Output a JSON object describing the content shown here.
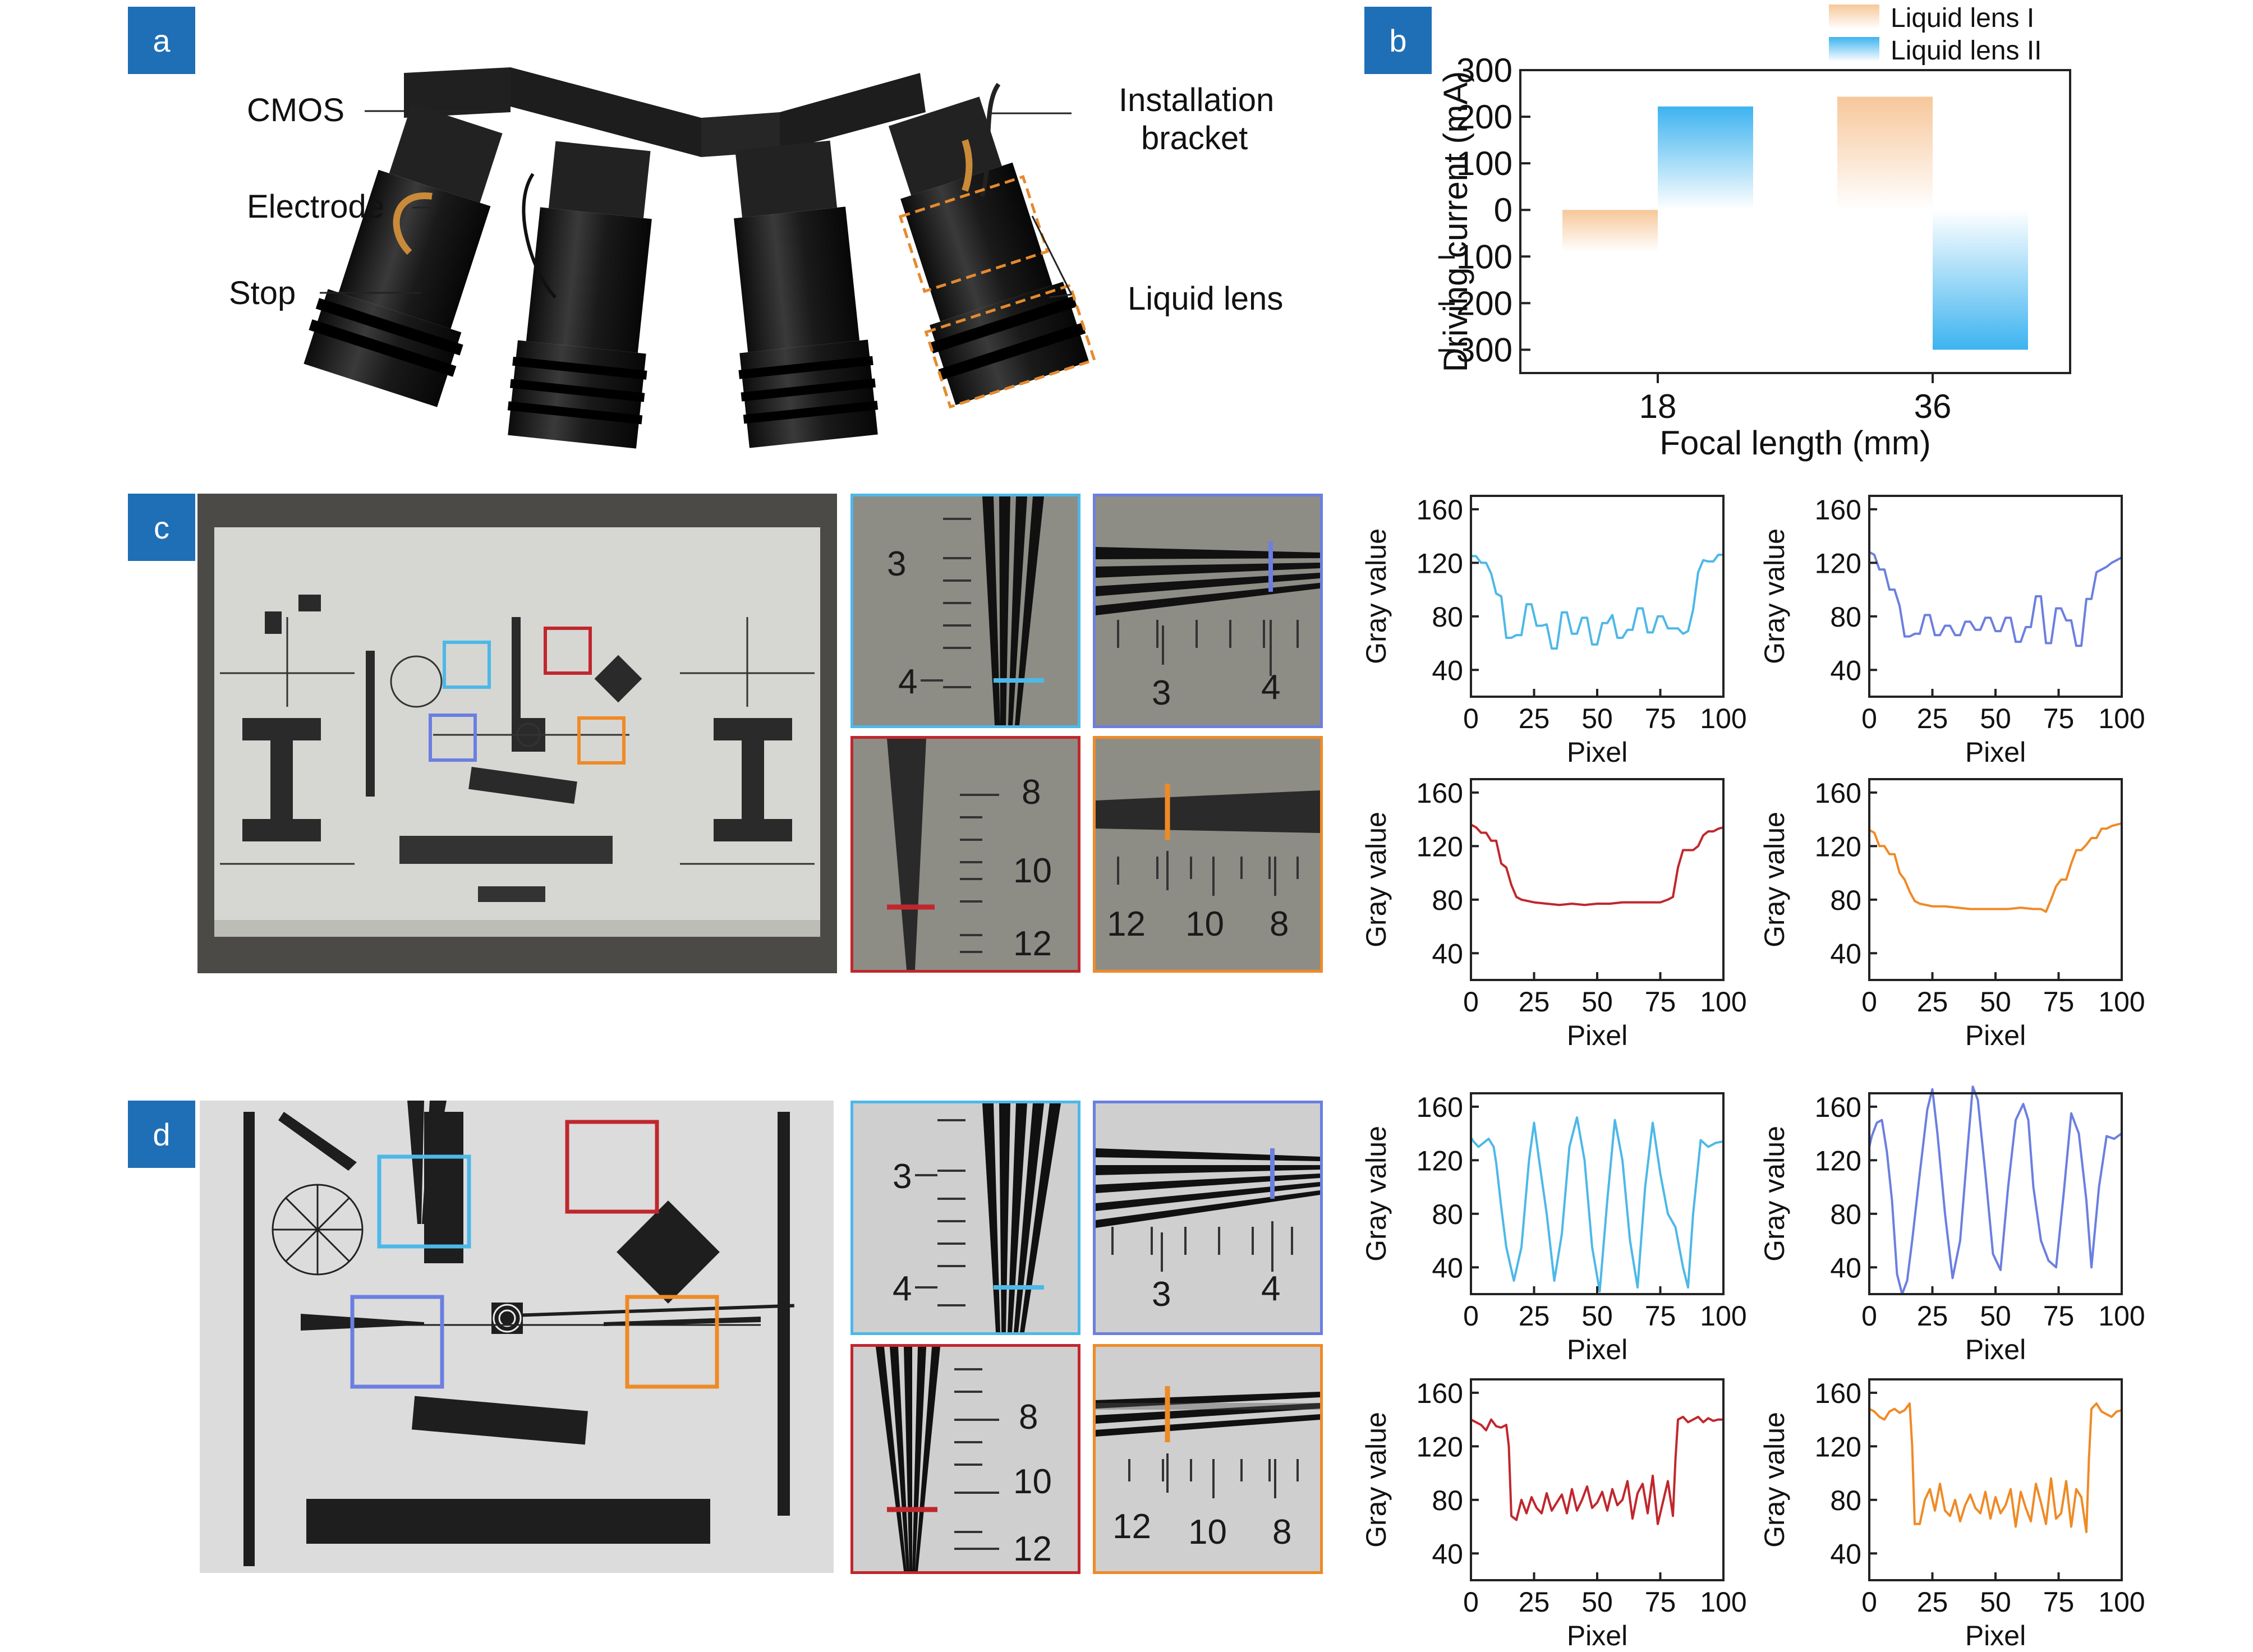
{
  "panels": {
    "a": {
      "badge": "a",
      "labels": {
        "cmos": "CMOS",
        "electrode": "Electrode",
        "stop": "Stop",
        "installation_1": "Installation",
        "installation_2": "bracket",
        "liquid_lens": "Liquid lens"
      }
    },
    "b": {
      "badge": "b"
    },
    "c": {
      "badge": "c",
      "insets": {
        "cyan": [
          "3",
          "4"
        ],
        "blue": [
          "3",
          "4"
        ],
        "red": [
          "8",
          "10",
          "12"
        ],
        "orange": [
          "12",
          "10",
          "8"
        ]
      }
    },
    "d": {
      "badge": "d",
      "insets": {
        "cyan": [
          "3",
          "4"
        ],
        "blue": [
          "3",
          "4"
        ],
        "red": [
          "8",
          "10",
          "12"
        ],
        "orange": [
          "12",
          "10",
          "8"
        ]
      }
    }
  },
  "colors": {
    "badge": "#1f6fb6",
    "cyan": "#4db8e8",
    "blue": "#6b7fe0",
    "red": "#c0272d",
    "orange": "#ef8a26",
    "bar_orange": "#f7c79a",
    "bar_blue": "#3db3f0"
  },
  "chart_data": [
    {
      "id": "b",
      "type": "bar",
      "categories": [
        "18",
        "36"
      ],
      "series": [
        {
          "name": "Liquid lens I",
          "values": [
            -90,
            243
          ]
        },
        {
          "name": "Liquid lens II",
          "values": [
            222,
            -300
          ]
        }
      ],
      "xlabel": "Focal length (mm)",
      "ylabel": "Driving current (mA)",
      "ylim": [
        -350,
        300
      ],
      "yticks": [
        300,
        200,
        100,
        0,
        -100,
        -200,
        -300
      ],
      "legend": "top"
    },
    {
      "id": "c-cyan",
      "type": "line",
      "xlabel": "Pixel",
      "ylabel": "Gray value",
      "xlim": [
        0,
        100
      ],
      "ylim": [
        20,
        170
      ],
      "xticks": [
        0,
        25,
        50,
        75,
        100
      ],
      "yticks": [
        40,
        80,
        120,
        160
      ],
      "x": [
        0,
        2,
        4,
        6,
        8,
        10,
        12,
        14,
        16,
        18,
        20,
        22,
        24,
        26,
        28,
        30,
        32,
        34,
        36,
        38,
        40,
        42,
        44,
        46,
        48,
        50,
        52,
        54,
        56,
        58,
        60,
        62,
        64,
        66,
        68,
        70,
        72,
        74,
        76,
        78,
        80,
        82,
        84,
        86,
        88,
        90,
        92,
        94,
        96,
        98,
        100
      ],
      "y": [
        125,
        125,
        120,
        120,
        112,
        97,
        95,
        64,
        64,
        66,
        66,
        89,
        89,
        73,
        73,
        74,
        56,
        56,
        83,
        83,
        67,
        67,
        79,
        79,
        59,
        59,
        75,
        75,
        81,
        64,
        64,
        70,
        70,
        86,
        86,
        68,
        68,
        80,
        80,
        71,
        71,
        71,
        67,
        69,
        85,
        113,
        122,
        121,
        121,
        126,
        126
      ]
    },
    {
      "id": "c-blue",
      "type": "line",
      "xlabel": "Pixel",
      "ylabel": "Gray value",
      "xlim": [
        0,
        100
      ],
      "ylim": [
        20,
        170
      ],
      "xticks": [
        0,
        25,
        50,
        75,
        100
      ],
      "yticks": [
        40,
        80,
        120,
        160
      ],
      "x": [
        0,
        2,
        4,
        6,
        8,
        10,
        12,
        14,
        16,
        18,
        20,
        22,
        24,
        26,
        28,
        30,
        32,
        34,
        36,
        38,
        40,
        42,
        44,
        46,
        48,
        50,
        52,
        54,
        56,
        58,
        60,
        62,
        64,
        66,
        68,
        70,
        72,
        74,
        76,
        78,
        80,
        82,
        84,
        86,
        88,
        90,
        92,
        94,
        96,
        98,
        100
      ],
      "y": [
        128,
        126,
        115,
        115,
        100,
        100,
        88,
        65,
        65,
        67,
        67,
        81,
        81,
        66,
        66,
        73,
        73,
        66,
        66,
        76,
        76,
        70,
        70,
        79,
        79,
        69,
        69,
        79,
        79,
        61,
        61,
        72,
        72,
        95,
        95,
        60,
        60,
        86,
        86,
        77,
        77,
        58,
        58,
        93,
        93,
        113,
        115,
        117,
        120,
        122,
        124
      ]
    },
    {
      "id": "c-red",
      "type": "line",
      "xlabel": "Pixel",
      "ylabel": "Gray value",
      "xlim": [
        0,
        100
      ],
      "ylim": [
        20,
        170
      ],
      "xticks": [
        0,
        25,
        50,
        75,
        100
      ],
      "yticks": [
        40,
        80,
        120,
        160
      ],
      "x": [
        0,
        2,
        4,
        6,
        8,
        10,
        12,
        14,
        16,
        18,
        20,
        25,
        30,
        35,
        40,
        45,
        50,
        55,
        60,
        65,
        70,
        75,
        78,
        80,
        82,
        84,
        86,
        88,
        90,
        92,
        94,
        96,
        98,
        100
      ],
      "y": [
        136,
        134,
        130,
        130,
        124,
        124,
        107,
        104,
        91,
        82,
        80,
        78,
        77,
        76,
        77,
        76,
        77,
        77,
        78,
        78,
        78,
        78,
        80,
        82,
        104,
        117,
        117,
        117,
        120,
        128,
        131,
        131,
        133,
        134
      ]
    },
    {
      "id": "c-orange",
      "type": "line",
      "xlabel": "Pixel",
      "ylabel": "Gray value",
      "xlim": [
        0,
        100
      ],
      "ylim": [
        20,
        170
      ],
      "xticks": [
        0,
        25,
        50,
        75,
        100
      ],
      "yticks": [
        40,
        80,
        120,
        160
      ],
      "x": [
        0,
        2,
        4,
        6,
        8,
        10,
        12,
        14,
        16,
        18,
        20,
        25,
        30,
        35,
        40,
        45,
        50,
        55,
        60,
        65,
        68,
        70,
        72,
        74,
        76,
        78,
        80,
        82,
        84,
        86,
        88,
        90,
        92,
        94,
        96,
        98,
        100
      ],
      "y": [
        132,
        130,
        120,
        120,
        114,
        114,
        100,
        95,
        86,
        79,
        77,
        75,
        75,
        74,
        73,
        73,
        73,
        73,
        74,
        73,
        73,
        71,
        80,
        90,
        95,
        95,
        107,
        117,
        117,
        121,
        126,
        126,
        133,
        133,
        135,
        136,
        137
      ]
    },
    {
      "id": "d-cyan",
      "type": "line",
      "xlabel": "Pixel",
      "ylabel": "Gray value",
      "xlim": [
        0,
        100
      ],
      "ylim": [
        20,
        170
      ],
      "xticks": [
        0,
        25,
        50,
        75,
        100
      ],
      "yticks": [
        40,
        80,
        120,
        160
      ],
      "x": [
        0,
        1,
        3,
        5,
        7,
        9,
        10,
        12,
        14,
        17,
        20,
        23,
        25,
        27,
        30,
        33,
        36,
        39,
        42,
        45,
        48,
        51,
        54,
        57,
        60,
        63,
        66,
        69,
        72,
        75,
        78,
        81,
        84,
        86,
        88,
        91,
        94,
        97,
        100
      ],
      "y": [
        137,
        134,
        130,
        133,
        136,
        130,
        118,
        85,
        55,
        30,
        55,
        120,
        148,
        120,
        80,
        30,
        65,
        130,
        152,
        120,
        55,
        22,
        90,
        150,
        120,
        60,
        25,
        100,
        148,
        110,
        80,
        70,
        40,
        25,
        80,
        135,
        130,
        133,
        134
      ]
    },
    {
      "id": "d-blue",
      "type": "line",
      "xlabel": "Pixel",
      "ylabel": "Gray value",
      "xlim": [
        0,
        100
      ],
      "ylim": [
        20,
        170
      ],
      "xticks": [
        0,
        25,
        50,
        75,
        100
      ],
      "yticks": [
        40,
        80,
        120,
        160
      ],
      "x": [
        0,
        1,
        3,
        5,
        7,
        9,
        11,
        13,
        15,
        17,
        20,
        23,
        25,
        27,
        30,
        33,
        36,
        39,
        41,
        43,
        46,
        49,
        52,
        55,
        58,
        61,
        63,
        65,
        68,
        71,
        74,
        77,
        80,
        83,
        86,
        88,
        91,
        94,
        97,
        100
      ],
      "y": [
        130,
        138,
        148,
        150,
        126,
        90,
        35,
        20,
        30,
        60,
        110,
        158,
        173,
        140,
        80,
        32,
        60,
        130,
        175,
        165,
        110,
        50,
        38,
        100,
        150,
        162,
        150,
        100,
        60,
        45,
        40,
        95,
        155,
        140,
        90,
        40,
        100,
        138,
        136,
        140
      ]
    },
    {
      "id": "d-red",
      "type": "line",
      "xlabel": "Pixel",
      "ylabel": "Gray value",
      "xlim": [
        0,
        100
      ],
      "ylim": [
        20,
        170
      ],
      "xticks": [
        0,
        25,
        50,
        75,
        100
      ],
      "yticks": [
        40,
        80,
        120,
        160
      ],
      "x": [
        0,
        2,
        4,
        6,
        8,
        10,
        12,
        14,
        15,
        16,
        18,
        20,
        22,
        24,
        26,
        28,
        30,
        32,
        34,
        36,
        38,
        40,
        42,
        44,
        46,
        48,
        50,
        52,
        54,
        56,
        58,
        60,
        62,
        64,
        66,
        68,
        70,
        72,
        74,
        76,
        78,
        80,
        81,
        82,
        84,
        86,
        88,
        90,
        92,
        94,
        96,
        98,
        100
      ],
      "y": [
        140,
        138,
        136,
        132,
        140,
        135,
        134,
        136,
        120,
        68,
        65,
        80,
        70,
        82,
        74,
        70,
        85,
        72,
        78,
        84,
        70,
        88,
        72,
        80,
        90,
        74,
        78,
        86,
        72,
        88,
        76,
        80,
        94,
        66,
        85,
        92,
        70,
        98,
        62,
        78,
        94,
        68,
        110,
        140,
        142,
        138,
        140,
        142,
        138,
        141,
        139,
        140,
        140
      ]
    },
    {
      "id": "d-orange",
      "type": "line",
      "xlabel": "Pixel",
      "ylabel": "Gray value",
      "xlim": [
        0,
        100
      ],
      "ylim": [
        20,
        170
      ],
      "xticks": [
        0,
        25,
        50,
        75,
        100
      ],
      "yticks": [
        40,
        80,
        120,
        160
      ],
      "x": [
        0,
        2,
        4,
        6,
        8,
        10,
        12,
        14,
        16,
        17,
        18,
        20,
        22,
        24,
        26,
        28,
        30,
        32,
        34,
        36,
        38,
        40,
        42,
        44,
        46,
        48,
        50,
        52,
        54,
        56,
        58,
        60,
        62,
        64,
        66,
        68,
        70,
        72,
        74,
        76,
        78,
        80,
        82,
        84,
        86,
        87,
        88,
        90,
        92,
        94,
        96,
        98,
        100
      ],
      "y": [
        148,
        146,
        142,
        140,
        146,
        148,
        145,
        147,
        152,
        120,
        62,
        62,
        80,
        88,
        72,
        92,
        72,
        68,
        80,
        64,
        76,
        84,
        74,
        70,
        86,
        66,
        82,
        70,
        76,
        88,
        60,
        86,
        74,
        64,
        92,
        78,
        62,
        96,
        66,
        70,
        94,
        60,
        88,
        82,
        56,
        110,
        148,
        152,
        146,
        144,
        142,
        146,
        147
      ]
    }
  ]
}
